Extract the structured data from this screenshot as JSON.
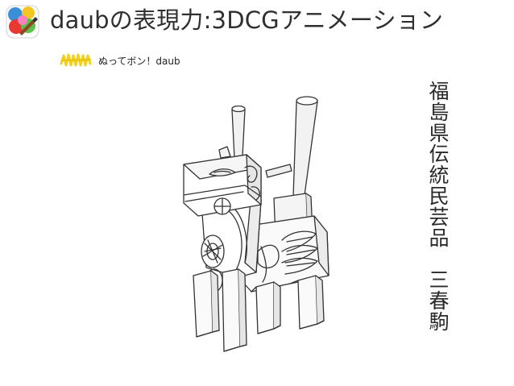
{
  "header": {
    "title": "daubの表現力:3DCGアニメーション",
    "subtitle": "ぬってボン！daub",
    "logo_icon": "daub-colorful-logo-icon",
    "scribble_icon": "yellow-scribble-icon"
  },
  "caption": {
    "vertical_text": "福島県伝統民芸品　三春駒"
  },
  "illustration": {
    "icon": "miharu-goma-horse-line-drawing"
  },
  "colors": {
    "title_text": "#2f2f2f",
    "scribble_yellow": "#f2d11d",
    "logo_red": "#e8382f",
    "logo_blue": "#3a8fd8",
    "logo_green": "#5cc14a",
    "logo_yellow": "#f5c623"
  }
}
